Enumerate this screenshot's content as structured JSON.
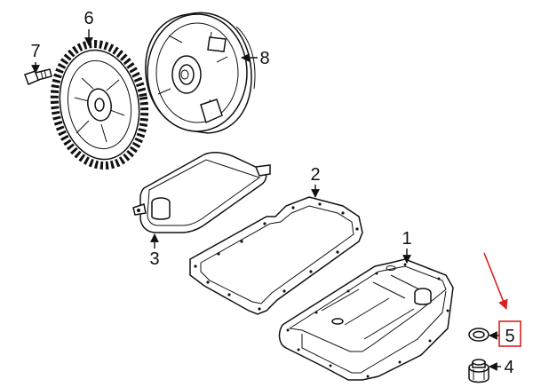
{
  "callouts": [
    {
      "id": "1",
      "label": "1"
    },
    {
      "id": "2",
      "label": "2"
    },
    {
      "id": "3",
      "label": "3"
    },
    {
      "id": "4",
      "label": "4"
    },
    {
      "id": "5",
      "label": "5"
    },
    {
      "id": "6",
      "label": "6"
    },
    {
      "id": "7",
      "label": "7"
    },
    {
      "id": "8",
      "label": "8"
    }
  ],
  "highlight": {
    "target": "5",
    "color": "#d9211f"
  },
  "parts": [
    "flywheel",
    "bolt",
    "torque-converter",
    "filter",
    "gasket",
    "oil-pan",
    "washer",
    "drain-plug"
  ]
}
